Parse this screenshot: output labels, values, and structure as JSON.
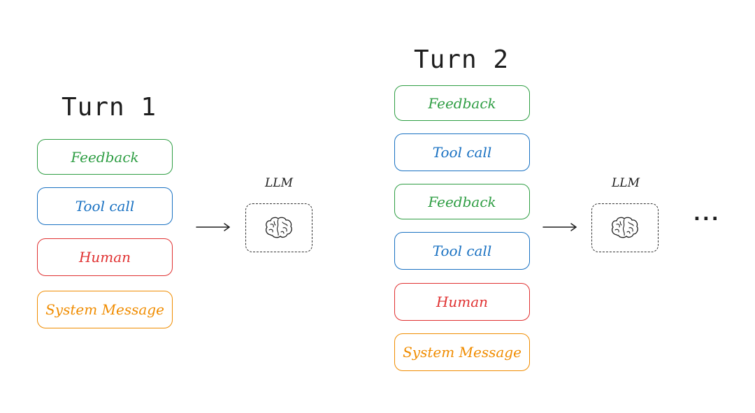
{
  "colors": {
    "feedback": "#2f9e44",
    "tool_call": "#1971c2",
    "human": "#e03131",
    "system_message": "#f08c00",
    "text": "#1e1e1e"
  },
  "turn1": {
    "title": "Turn 1",
    "messages": [
      {
        "label": "Feedback",
        "kind": "feedback"
      },
      {
        "label": "Tool call",
        "kind": "tool_call"
      },
      {
        "label": "Human",
        "kind": "human"
      },
      {
        "label": "System Message",
        "kind": "system_message"
      }
    ],
    "llm": {
      "label": "LLM",
      "icon": "brain-icon"
    }
  },
  "turn2": {
    "title": "Turn 2",
    "messages": [
      {
        "label": "Feedback",
        "kind": "feedback"
      },
      {
        "label": "Tool call",
        "kind": "tool_call"
      },
      {
        "label": "Feedback",
        "kind": "feedback"
      },
      {
        "label": "Tool call",
        "kind": "tool_call"
      },
      {
        "label": "Human",
        "kind": "human"
      },
      {
        "label": "System Message",
        "kind": "system_message"
      }
    ],
    "llm": {
      "label": "LLM",
      "icon": "brain-icon"
    }
  },
  "continuation": "..."
}
